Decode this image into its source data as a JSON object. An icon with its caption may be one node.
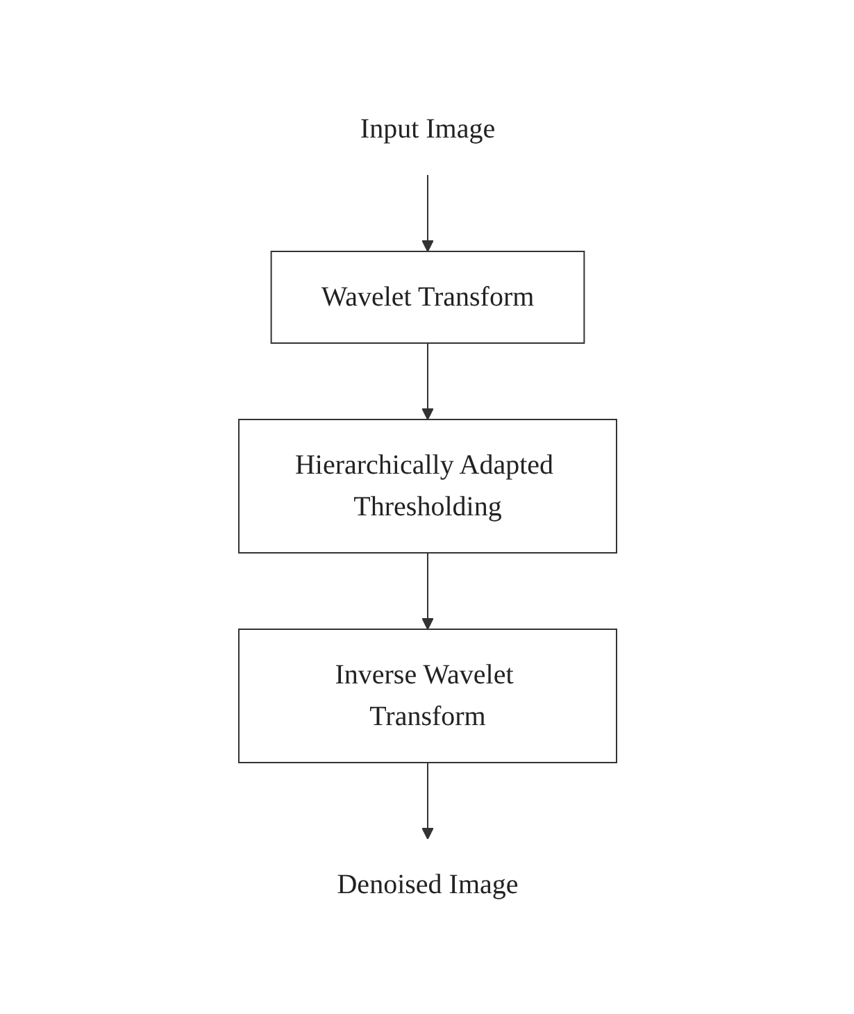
{
  "diagram": {
    "nodes": [
      {
        "text": [
          "Input Image"
        ]
      },
      {
        "text": [
          "Wavelet Transform"
        ]
      },
      {
        "text": [
          "Hierarchically Adapted Thresholding"
        ]
      },
      {
        "text": [
          "Inverse Wavelet Transform"
        ]
      },
      {
        "text": [
          "Denoised Image"
        ]
      }
    ],
    "edges": [
      {
        "from": 0,
        "to": 1,
        "arrow": "to"
      },
      {
        "from": 1,
        "to": 2,
        "arrow": "to"
      },
      {
        "from": 2,
        "to": 3,
        "arrow": "to"
      },
      {
        "from": 3,
        "to": 4,
        "arrow": "to"
      }
    ]
  }
}
